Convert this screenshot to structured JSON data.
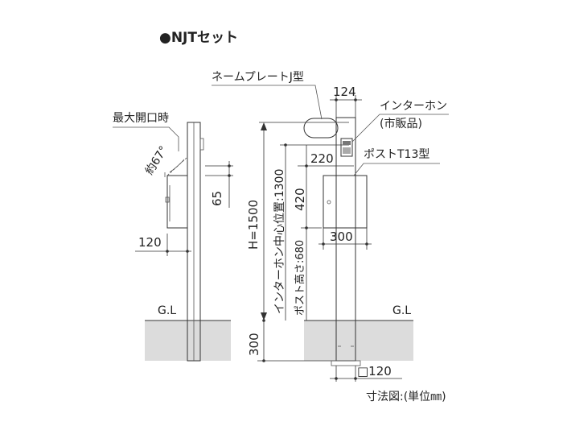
{
  "title": "●NJTセット",
  "labels": {
    "nameplate": "ネームプレートJ型",
    "intercom_line1": "インターホン",
    "intercom_line2": "(市販品)",
    "post": "ポストT13型",
    "max_open": "最大開口時",
    "angle": "約67°",
    "gl_left": "G.L",
    "gl_right": "G.L",
    "intercom_height": "インターホン中心位置:1300",
    "post_height": "ポスト高さ:680",
    "unit_note": "寸法図:(単位㎜)"
  },
  "dimensions": {
    "d124": "124",
    "d220": "220",
    "d420": "420",
    "d300_post": "300",
    "d65": "65",
    "d120_left": "120",
    "h1500": "H=1500",
    "d300_ground": "300",
    "sq120": "□120"
  }
}
